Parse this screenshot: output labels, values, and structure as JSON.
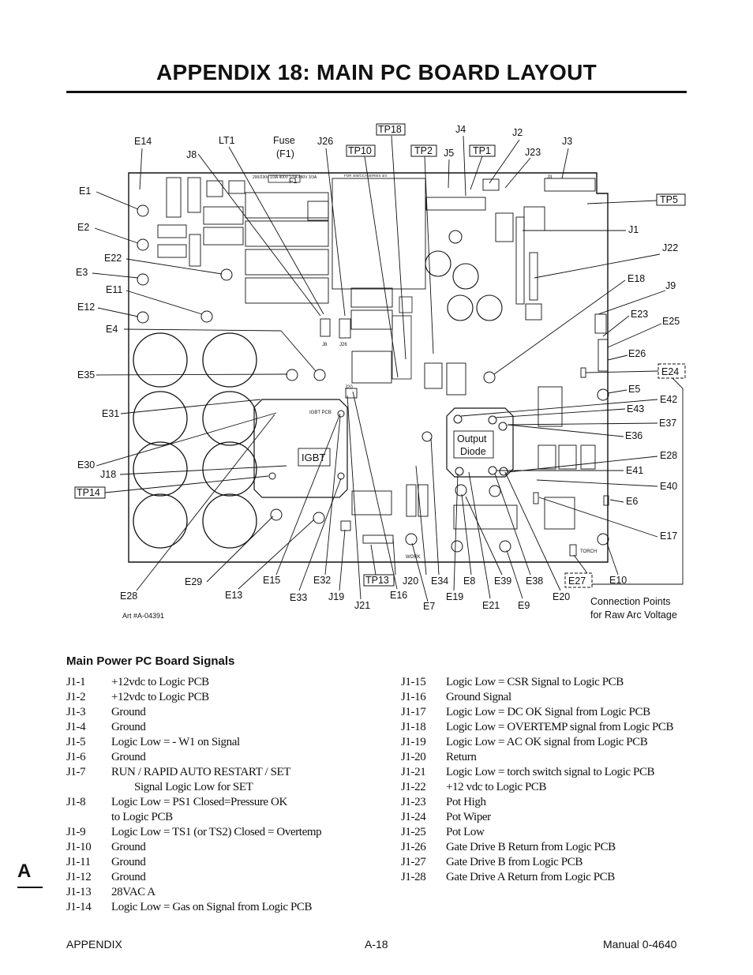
{
  "title": "APPENDIX 18:  MAIN PC BOARD LAYOUT",
  "diagram": {
    "art_number": "Art  #A-04391",
    "callout_note": [
      "Connection Points",
      "for Raw Arc Voltage"
    ],
    "boxed_labels": [
      "TP18",
      "TP10",
      "TP2",
      "TP1",
      "TP5",
      "TP14",
      "TP13",
      "E24",
      "E27"
    ],
    "inner_labels": [
      "Output",
      "Diode",
      "IGBT"
    ],
    "top_labels": [
      "E14",
      "J8",
      "LT1",
      "Fuse",
      "(F1)",
      "J26",
      "J4",
      "J2",
      "J3",
      "J5",
      "J23"
    ],
    "left_labels": [
      "E1",
      "E2",
      "E22",
      "E3",
      "E11",
      "E12",
      "E4",
      "E35",
      "E31",
      "E30",
      "J18"
    ],
    "right_labels": [
      "J1",
      "J22",
      "E18",
      "J9",
      "E23",
      "E25",
      "E26",
      "E5",
      "E42",
      "E43",
      "E37",
      "E36",
      "E28",
      "E41",
      "E40",
      "E6",
      "E17",
      "E10"
    ],
    "bottom_labels": [
      "E28",
      "E29",
      "E13",
      "E15",
      "E33",
      "E32",
      "J19",
      "J21",
      "J20",
      "E16",
      "E34",
      "E7",
      "E19",
      "E8",
      "E21",
      "E39",
      "E9",
      "E38",
      "E20"
    ]
  },
  "section_title": "Main Power PC Board Signals",
  "signals_left": [
    {
      "pin": "J1-1",
      "desc": "+12vdc to Logic PCB"
    },
    {
      "pin": "J1-2",
      "desc": "+12vdc to Logic PCB"
    },
    {
      "pin": "J1-3",
      "desc": "Ground"
    },
    {
      "pin": "J1-4",
      "desc": "Ground"
    },
    {
      "pin": "J1-5",
      "desc": "Logic Low = - W1 on Signal"
    },
    {
      "pin": "J1-6",
      "desc": "Ground"
    },
    {
      "pin": "J1-7",
      "desc": "RUN / RAPID AUTO RESTART / SET",
      "desc2": "Signal Logic Low for SET"
    },
    {
      "pin": "J1-8",
      "desc": "Logic Low = PS1 Closed=Pressure OK",
      "desc3": "to Logic PCB"
    },
    {
      "pin": "J1-9",
      "desc": "Logic Low = TS1 (or TS2) Closed = Overtemp"
    },
    {
      "pin": "J1-10",
      "desc": "Ground"
    },
    {
      "pin": "J1-11",
      "desc": "Ground"
    },
    {
      "pin": "J1-12",
      "desc": "Ground"
    },
    {
      "pin": "J1-13",
      "desc": "28VAC A"
    },
    {
      "pin": "J1-14",
      "desc": "Logic Low = Gas on Signal from Logic PCB"
    }
  ],
  "signals_right": [
    {
      "pin": "J1-15",
      "desc": "Logic Low = CSR Signal to Logic PCB"
    },
    {
      "pin": "J1-16",
      "desc": "Ground Signal"
    },
    {
      "pin": "J1-17",
      "desc": "Logic Low = DC OK Signal from Logic PCB"
    },
    {
      "pin": "J1-18",
      "desc": "Logic Low = OVERTEMP signal from Logic PCB"
    },
    {
      "pin": "J1-19",
      "desc": "Logic Low = AC OK signal from Logic PCB"
    },
    {
      "pin": "J1-20",
      "desc": "Return"
    },
    {
      "pin": "J1-21",
      "desc": "Logic Low = torch switch signal to Logic PCB"
    },
    {
      "pin": "J1-22",
      "desc": "+12 vdc to Logic PCB"
    },
    {
      "pin": "J1-23",
      "desc": "Pot High"
    },
    {
      "pin": "J1-24",
      "desc": "Pot Wiper"
    },
    {
      "pin": "J1-25",
      "desc": "Pot Low"
    },
    {
      "pin": "J1-26",
      "desc": "Gate Drive B Return from Logic PCB"
    },
    {
      "pin": "J1-27",
      "desc": "Gate Drive B from Logic PCB"
    },
    {
      "pin": "J1-28",
      "desc": "Gate Drive A Return from Logic PCB"
    }
  ],
  "tab_letter": "A",
  "footer": {
    "left": "APPENDIX",
    "center": "A-18",
    "right": "Manual 0-4640"
  }
}
